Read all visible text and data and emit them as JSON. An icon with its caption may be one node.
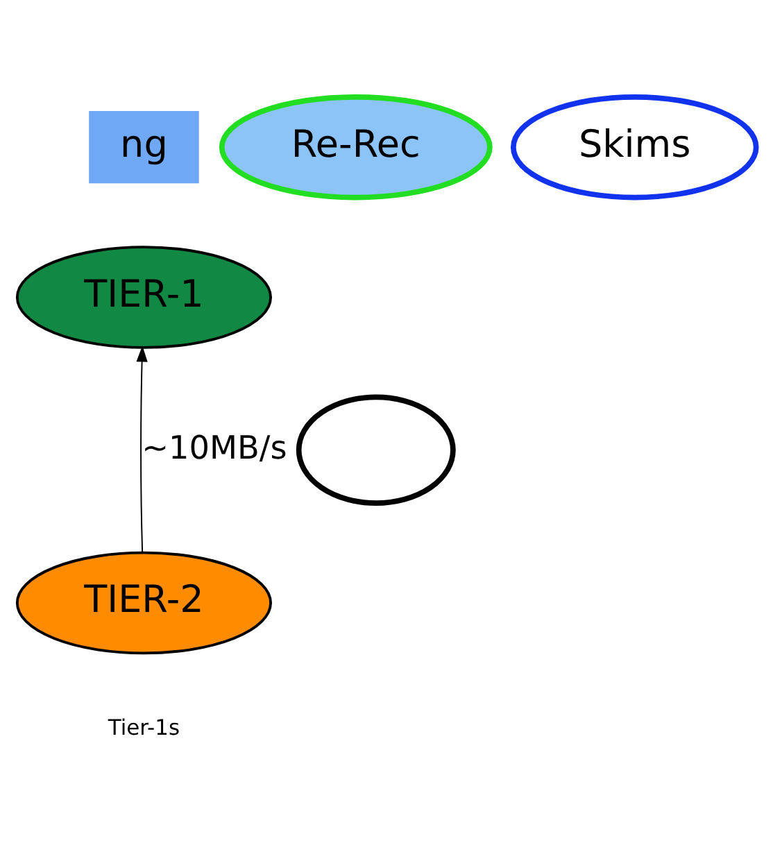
{
  "diagram": {
    "nodes": [
      {
        "text": [
          "ng"
        ]
      },
      {
        "text": [
          "Re-Rec"
        ]
      },
      {
        "text": [
          "Skims"
        ]
      },
      {
        "text": [
          "TIER-1"
        ]
      },
      {
        "text": [],
        "shape": "ellipse"
      },
      {
        "text": [
          "TIER-2"
        ]
      }
    ],
    "edges": [
      {
        "from": 5,
        "to": 3,
        "arrow": "to",
        "label": "~10MB/s"
      }
    ],
    "labels": [
      "Tier-1s"
    ]
  }
}
